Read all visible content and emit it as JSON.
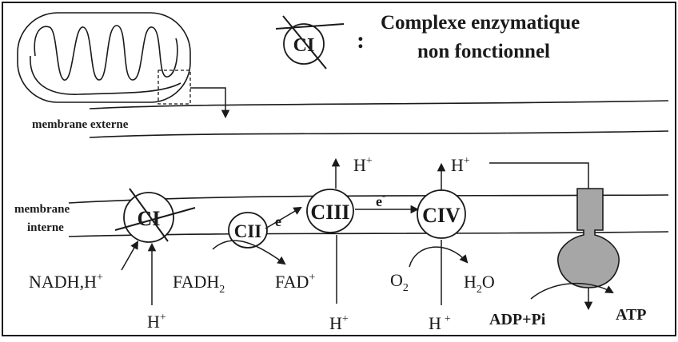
{
  "legend": {
    "symbol_label": "CI",
    "colon": ":",
    "line1": "Complexe enzymatique",
    "line2": "non fonctionnel"
  },
  "membranes": {
    "outer": "membrane externe",
    "inner_line1": "membrane",
    "inner_line2": "interne"
  },
  "complexes": {
    "c1": "CI",
    "c2": "CII",
    "c3": "CIII",
    "c4": "CIV"
  },
  "electrons": {
    "e_small": "e",
    "e_minus_base": "e",
    "e_minus_sup": "-"
  },
  "species": {
    "nadh_base": "NADH",
    "nadh_comma": ",",
    "nadh_h": "H",
    "nadh_plus": "+",
    "fadh_base": "FADH",
    "fadh_sub": "2",
    "fad_base": "FAD",
    "fad_sup": "+",
    "o2_base": "O",
    "o2_sub": "2",
    "h2o_h": "H",
    "h2o_sub": "2",
    "h2o_o": "O",
    "h_base": "H",
    "h_sup": "+",
    "adp": "ADP+Pi",
    "atp": "ATP"
  },
  "colors": {
    "ink": "#1a1a1a",
    "atp_synthase_fill": "#a6a6a6",
    "background": "#ffffff"
  }
}
